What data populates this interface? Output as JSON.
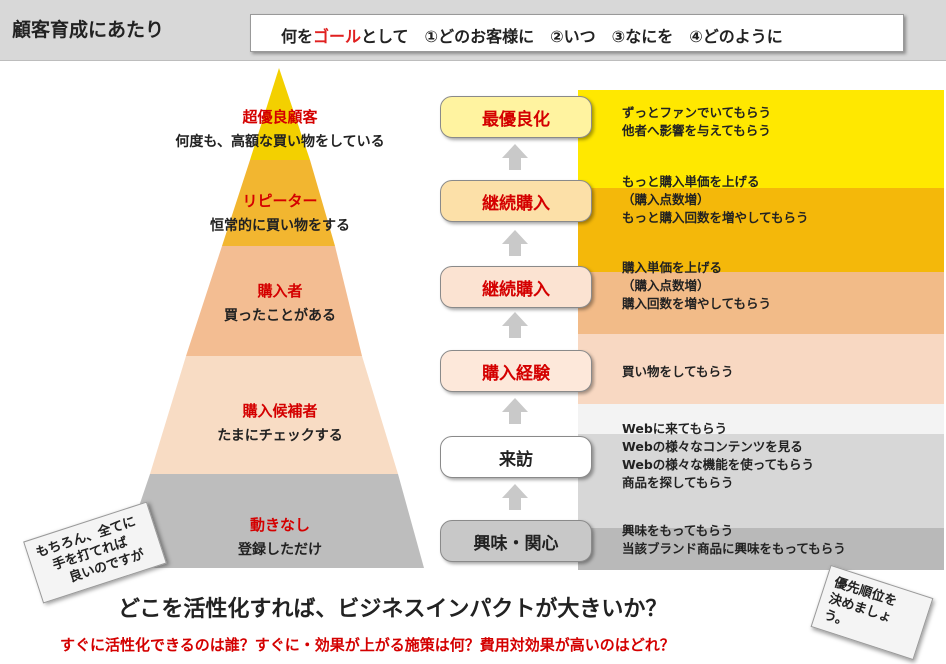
{
  "header": {
    "title": "顧客育成にあたり",
    "goal_prefix": "何を",
    "goal_highlight": "ゴール",
    "goal_suffix": "として　①どのお客様に　②いつ　③なにを　④どのように"
  },
  "pyramid": [
    {
      "title": "超優良顧客",
      "subtitle": "何度も、高額な買い物をしている",
      "color": "#f3d000"
    },
    {
      "title": "リピーター",
      "subtitle": "恒常的に買い物をする",
      "color": "#f2b630"
    },
    {
      "title": "購入者",
      "subtitle": "買ったことがある",
      "color": "#f3bd92"
    },
    {
      "title": "購入候補者",
      "subtitle": "たまにチェックする",
      "color": "#f8dcc4"
    },
    {
      "title": "動きなし",
      "subtitle": "登録しただけ",
      "color": "#bdbdbd"
    }
  ],
  "stages": [
    {
      "label": "最優良化",
      "text_color": "#d40000",
      "fill": "#fff3a0",
      "desc": [
        "ずっとファンでいてもらう",
        "他者へ影響を与えてもらう"
      ],
      "band_color": "#ffe800"
    },
    {
      "label": "継続購入",
      "text_color": "#d40000",
      "fill": "#fce0a8",
      "desc": [
        "もっと購入単価を上げる",
        "（購入点数増）",
        "もっと購入回数を増やしてもらう"
      ],
      "band_color": "#f4b80a"
    },
    {
      "label": "継続購入",
      "text_color": "#d40000",
      "fill": "#fbe3d2",
      "desc": [
        "購入単価を上げる",
        "（購入点数増）",
        "購入回数を増やしてもらう"
      ],
      "band_color": "#f2bb88"
    },
    {
      "label": "購入経験",
      "text_color": "#d40000",
      "fill": "#fde8da",
      "desc": [
        "買い物をしてもらう"
      ],
      "band_color": "#f8d8c2"
    },
    {
      "label": "来訪",
      "text_color": "#222222",
      "fill": "#ffffff",
      "desc": [
        "Webに来てもらう",
        "Webの様々なコンテンツを見る",
        "Webの様々な機能を使ってもらう",
        "商品を探してもらう"
      ],
      "band_color": "#d7d7d7"
    },
    {
      "label": "興味・関心",
      "text_color": "#222222",
      "fill": "#c8c8c8",
      "desc": [
        "興味をもってもらう",
        "当該ブランド商品に興味をもってもらう"
      ],
      "band_color": "#b9b9b9"
    }
  ],
  "notes": {
    "left": [
      "もちろん、全てに",
      "手を打てれば",
      "良いのですが"
    ],
    "right": [
      "優先順位を",
      "決めましょう。"
    ]
  },
  "bottom": {
    "question": "どこを活性化すれば、ビジネスインパクトが大きいか？",
    "sub_question": "すぐに活性化できるのは誰？すぐに・効果が上がる施策は何？費用対効果が高いのはどれ？"
  }
}
